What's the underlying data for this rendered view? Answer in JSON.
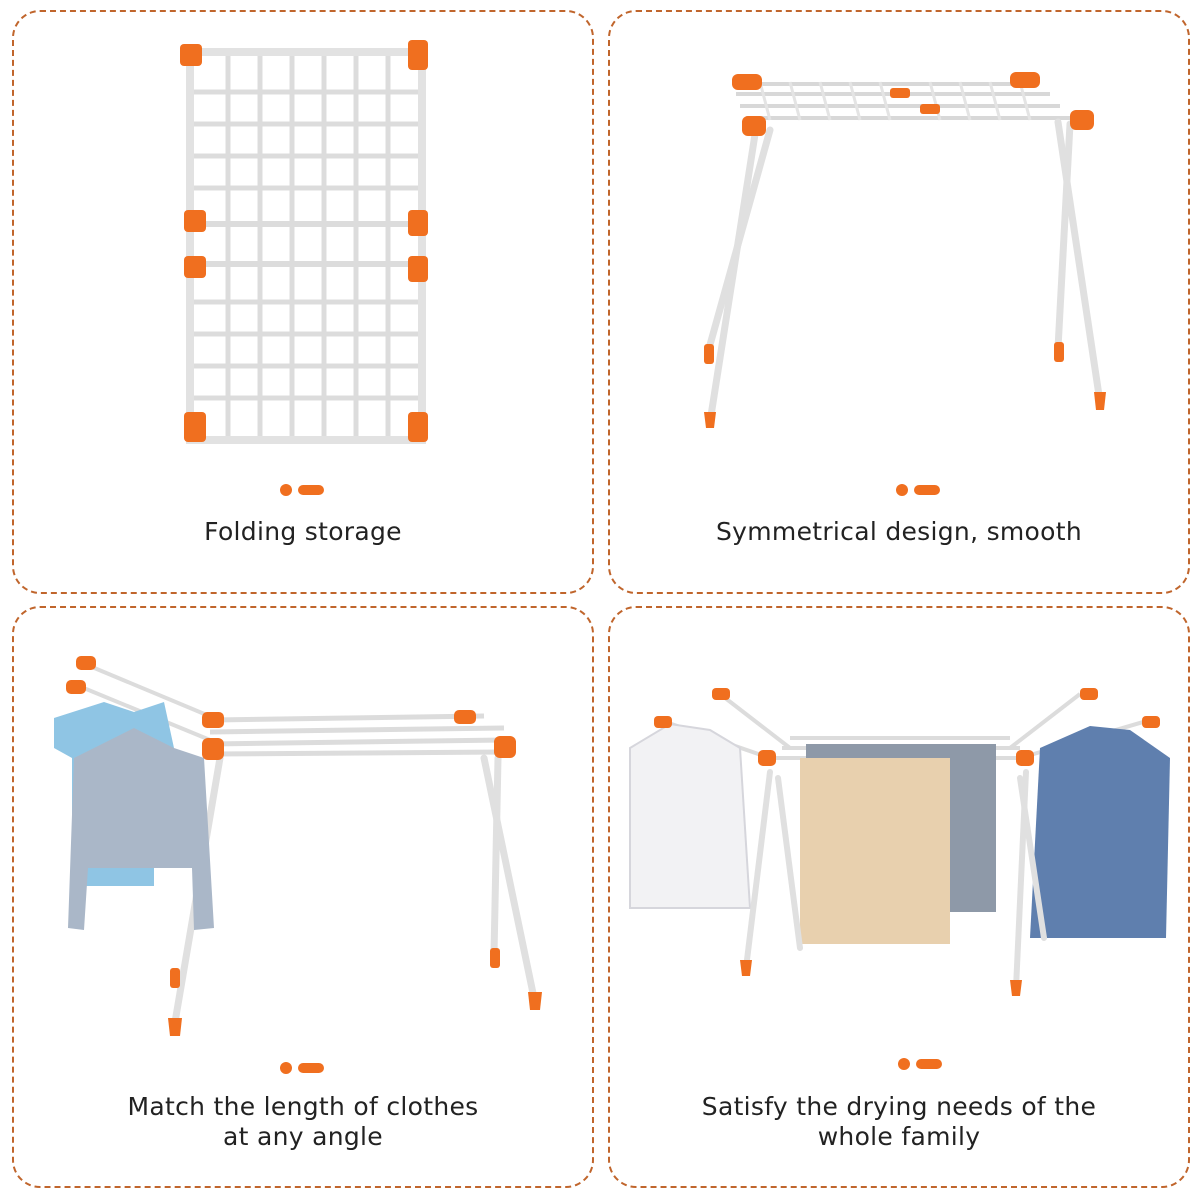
{
  "colors": {
    "accent": "#f06f1f",
    "border": "#c0652c",
    "frame": "#ffffff",
    "text": "#222222"
  },
  "panels": [
    {
      "caption_lines": [
        "Folding storage"
      ]
    },
    {
      "caption_lines": [
        "Symmetrical design, smooth"
      ]
    },
    {
      "caption_lines": [
        "Match the length of clothes",
        "at any angle"
      ]
    },
    {
      "caption_lines": [
        "Satisfy the drying needs of the",
        "whole family"
      ]
    }
  ]
}
